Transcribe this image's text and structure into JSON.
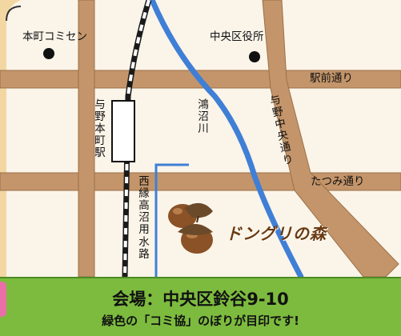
{
  "map": {
    "landmarks": [
      {
        "name": "本町コミセン",
        "icon": "landmark-dot-icon"
      },
      {
        "name": "中央区役所",
        "icon": "landmark-dot-icon"
      }
    ],
    "station": {
      "name": "与野本町駅"
    },
    "roads": {
      "ekimae": "駅前通り",
      "yono_chuo": "与野中央通り",
      "tatsumi": "たつみ通り"
    },
    "river": "鴻沼川",
    "waterway": "西縁高沼用水路",
    "venue": {
      "name": "ドングリの森",
      "icon": "acorn-icon"
    },
    "colors": {
      "background": "#f3d7a3",
      "road": "#c4956a",
      "river": "#3f7fd6",
      "railway": "#1a1a1a",
      "footer": "#7dbb3f",
      "venue_text": "#6b3a10"
    }
  },
  "footer": {
    "venue_line": "会場：中央区鈴谷9-10",
    "note": "緑色の「コミ協」のぼりが目印です!"
  }
}
